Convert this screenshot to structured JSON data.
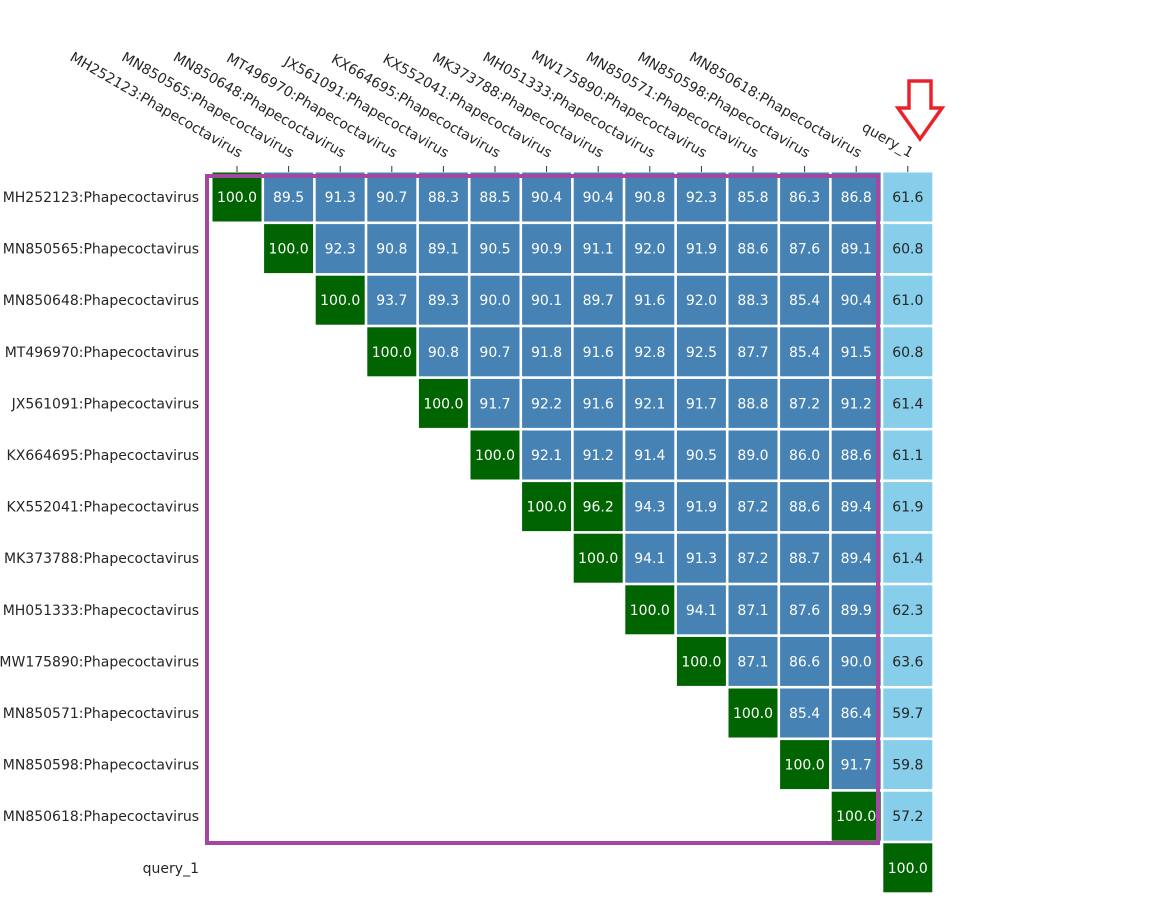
{
  "chart_data": {
    "type": "heatmap",
    "title": "",
    "labels": [
      "MH252123:Phapecoctavirus",
      "MN850565:Phapecoctavirus",
      "MN850648:Phapecoctavirus",
      "MT496970:Phapecoctavirus",
      "JX561091:Phapecoctavirus",
      "KX664695:Phapecoctavirus",
      "KX552041:Phapecoctavirus",
      "MK373788:Phapecoctavirus",
      "MH051333:Phapecoctavirus",
      "MW175890:Phapecoctavirus",
      "MN850571:Phapecoctavirus",
      "MN850598:Phapecoctavirus",
      "MN850618:Phapecoctavirus",
      "query_1"
    ],
    "matrix": [
      [
        100.0,
        89.5,
        91.3,
        90.7,
        88.3,
        88.5,
        90.4,
        90.4,
        90.8,
        92.3,
        85.8,
        86.3,
        86.8,
        61.6
      ],
      [
        null,
        100.0,
        92.3,
        90.8,
        89.1,
        90.5,
        90.9,
        91.1,
        92.0,
        91.9,
        88.6,
        87.6,
        89.1,
        60.8
      ],
      [
        null,
        null,
        100.0,
        93.7,
        89.3,
        90.0,
        90.1,
        89.7,
        91.6,
        92.0,
        88.3,
        85.4,
        90.4,
        61.0
      ],
      [
        null,
        null,
        null,
        100.0,
        90.8,
        90.7,
        91.8,
        91.6,
        92.8,
        92.5,
        87.7,
        85.4,
        91.5,
        60.8
      ],
      [
        null,
        null,
        null,
        null,
        100.0,
        91.7,
        92.2,
        91.6,
        92.1,
        91.7,
        88.8,
        87.2,
        91.2,
        61.4
      ],
      [
        null,
        null,
        null,
        null,
        null,
        100.0,
        92.1,
        91.2,
        91.4,
        90.5,
        89.0,
        86.0,
        88.6,
        61.1
      ],
      [
        null,
        null,
        null,
        null,
        null,
        null,
        100.0,
        96.2,
        94.3,
        91.9,
        87.2,
        88.6,
        89.4,
        61.9
      ],
      [
        null,
        null,
        null,
        null,
        null,
        null,
        null,
        100.0,
        94.1,
        91.3,
        87.2,
        88.7,
        89.4,
        61.4
      ],
      [
        null,
        null,
        null,
        null,
        null,
        null,
        null,
        null,
        100.0,
        94.1,
        87.1,
        87.6,
        89.9,
        62.3
      ],
      [
        null,
        null,
        null,
        null,
        null,
        null,
        null,
        null,
        null,
        100.0,
        87.1,
        86.6,
        90.0,
        63.6
      ],
      [
        null,
        null,
        null,
        null,
        null,
        null,
        null,
        null,
        null,
        null,
        100.0,
        85.4,
        86.4,
        59.7
      ],
      [
        null,
        null,
        null,
        null,
        null,
        null,
        null,
        null,
        null,
        null,
        null,
        100.0,
        91.7,
        59.8
      ],
      [
        null,
        null,
        null,
        null,
        null,
        null,
        null,
        null,
        null,
        null,
        null,
        null,
        100.0,
        57.2
      ],
      [
        null,
        null,
        null,
        null,
        null,
        null,
        null,
        null,
        null,
        null,
        null,
        null,
        null,
        100.0
      ]
    ],
    "color_rules": {
      "high_threshold": 95,
      "high": "#006400",
      "mid": "#4682b4",
      "query": "#87ceeb"
    },
    "highlight_box_color": "#a347a0",
    "arrow_color": "#e8242a"
  }
}
